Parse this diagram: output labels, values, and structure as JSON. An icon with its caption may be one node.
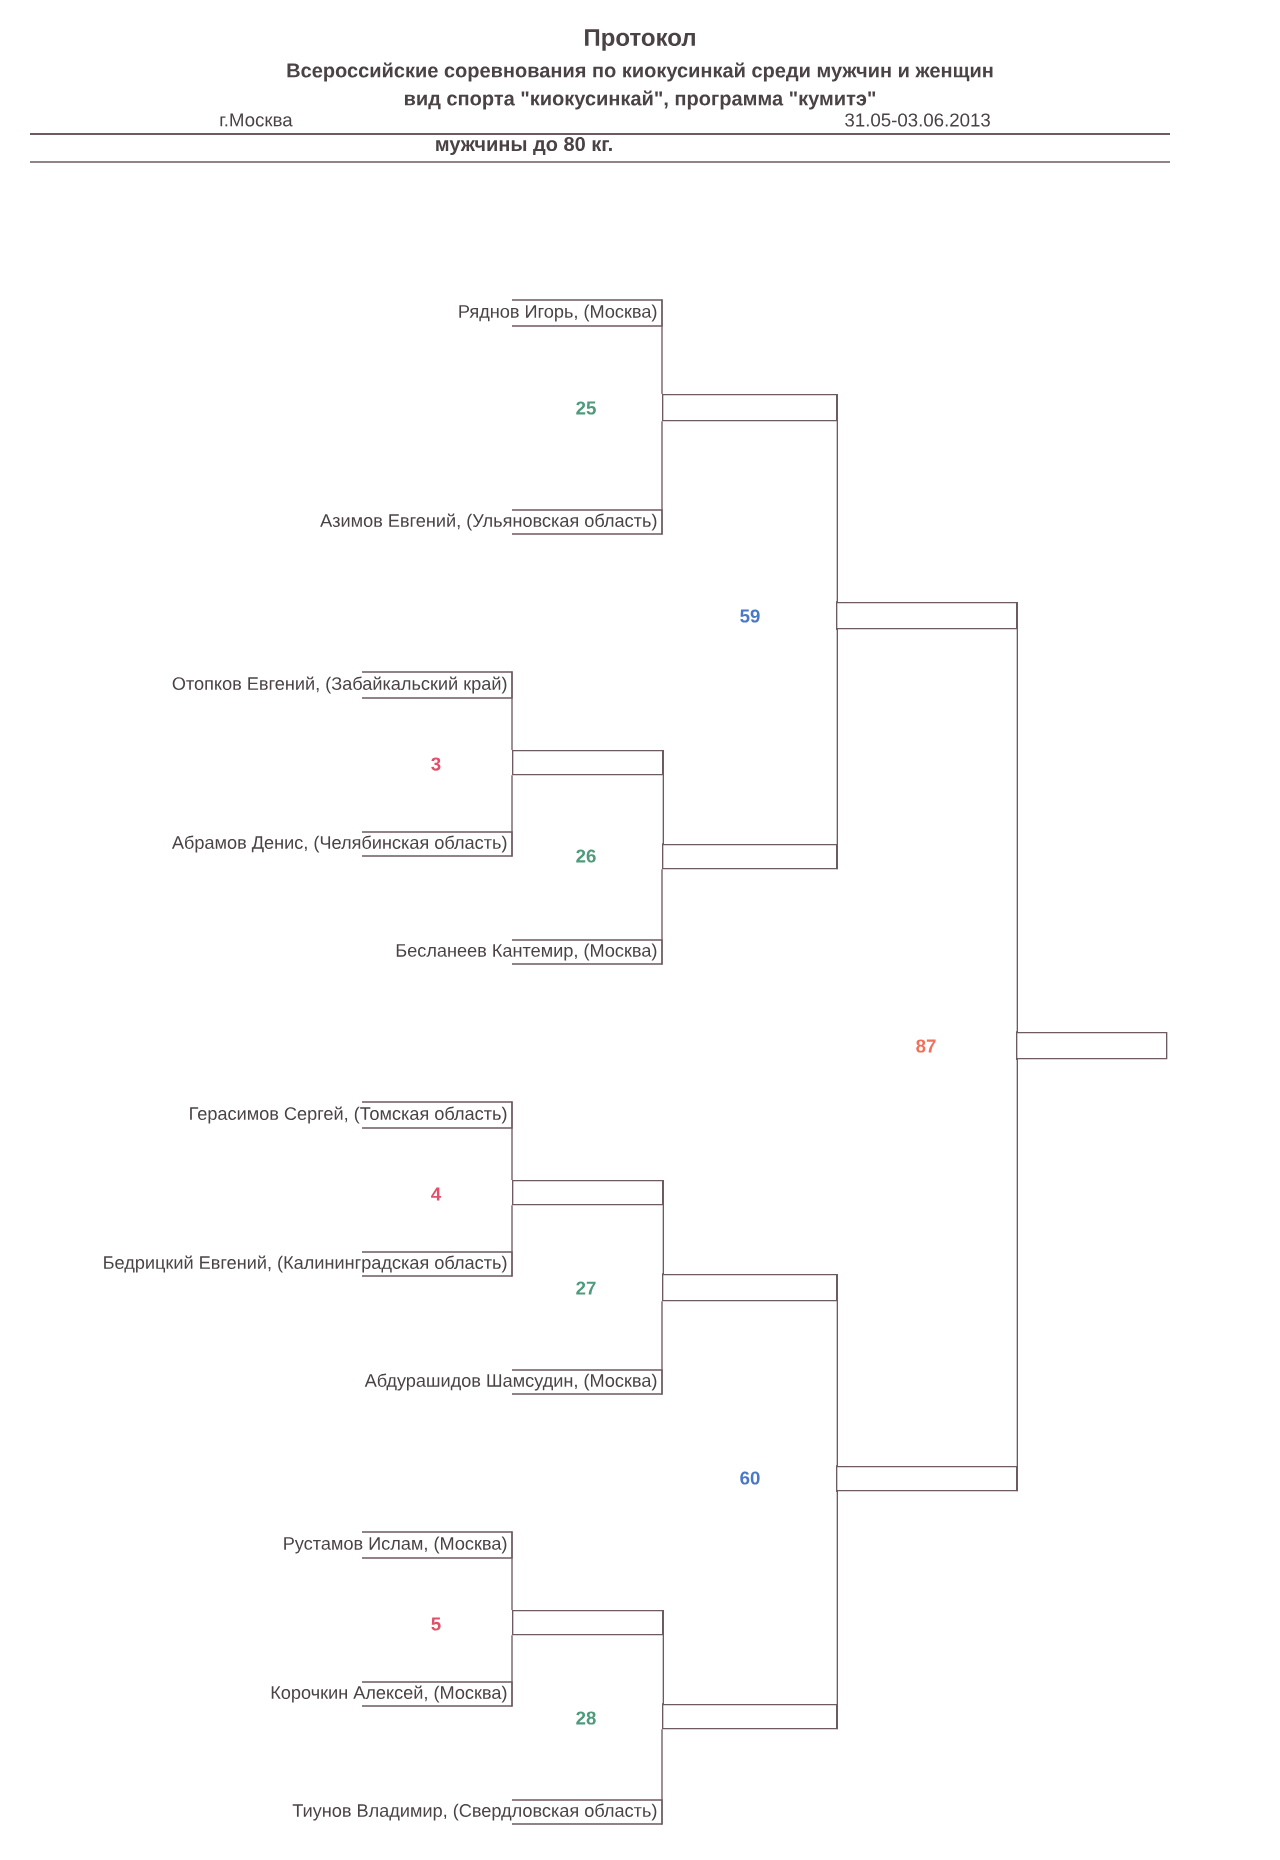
{
  "diagram": {
    "title": "Протокол",
    "nodes": [
      {
        "text": [
          "Ряднов  Игорь, (Москва)"
        ]
      },
      {
        "text": [
          "Азимов Евгений, (Ульяновская область)"
        ]
      },
      {
        "text": [
          "Отопков Евгений, (Забайкальский край)"
        ]
      },
      {
        "text": [
          "Абрамов  Денис, (Челябинская область)"
        ]
      },
      {
        "text": [
          "Бесланеев  Кантемир, (Москва)"
        ]
      },
      {
        "text": [
          "Герасимов  Сергей, (Томская область)"
        ]
      },
      {
        "text": [
          "Бедрицкий  Евгений, (Калининградская область)"
        ]
      },
      {
        "text": [
          "Абдурашидов  Шамсудин, (Москва)"
        ]
      },
      {
        "text": [
          "Рустамов Ислам, (Москва)"
        ]
      },
      {
        "text": [
          "Корочкин  Алексей, (Москва)"
        ]
      },
      {
        "text": [
          "Тиунов  Владимир, (Свердловская область)"
        ]
      },
      {
        "text": [],
        "shape": "box"
      },
      {
        "text": [],
        "shape": "box"
      },
      {
        "text": [],
        "shape": "box"
      },
      {
        "text": [],
        "shape": "box"
      },
      {
        "text": [],
        "shape": "box"
      },
      {
        "text": [],
        "shape": "box"
      },
      {
        "text": [],
        "shape": "box"
      },
      {
        "text": [],
        "shape": "box"
      },
      {
        "text": [],
        "shape": "box"
      },
      {
        "text": [],
        "shape": "box"
      }
    ],
    "edges": [
      {
        "from": 0,
        "to": 11,
        "arrow": "none"
      },
      {
        "from": 1,
        "to": 11,
        "arrow": "none"
      },
      {
        "from": 2,
        "to": 13,
        "arrow": "none"
      },
      {
        "from": 3,
        "to": 13,
        "arrow": "none"
      },
      {
        "from": 13,
        "to": 14,
        "arrow": "none"
      },
      {
        "from": 4,
        "to": 14,
        "arrow": "none"
      },
      {
        "from": 11,
        "to": 12,
        "arrow": "none"
      },
      {
        "from": 14,
        "to": 12,
        "arrow": "none"
      },
      {
        "from": 5,
        "to": 16,
        "arrow": "none"
      },
      {
        "from": 6,
        "to": 16,
        "arrow": "none"
      },
      {
        "from": 16,
        "to": 17,
        "arrow": "none"
      },
      {
        "from": 7,
        "to": 17,
        "arrow": "none"
      },
      {
        "from": 8,
        "to": 19,
        "arrow": "none"
      },
      {
        "from": 9,
        "to": 19,
        "arrow": "none"
      },
      {
        "from": 19,
        "to": 20,
        "arrow": "none"
      },
      {
        "from": 10,
        "to": 20,
        "arrow": "none"
      },
      {
        "from": 17,
        "to": 18,
        "arrow": "none"
      },
      {
        "from": 20,
        "to": 18,
        "arrow": "none"
      },
      {
        "from": 12,
        "to": 15,
        "arrow": "none"
      },
      {
        "from": 18,
        "to": 15,
        "arrow": "none"
      }
    ],
    "labels": [
      "Всероссийские соревнования по киокусинкай среди мужчин и женщин",
      "вид спорта \"киокусинкай\", программа \"кумитэ\"",
      "г.Москва",
      "31.05-03.06.2013",
      "мужчины до 80 кг.",
      "25",
      "59",
      "3",
      "26",
      "87",
      "4",
      "27",
      "60",
      "5",
      "28"
    ]
  }
}
